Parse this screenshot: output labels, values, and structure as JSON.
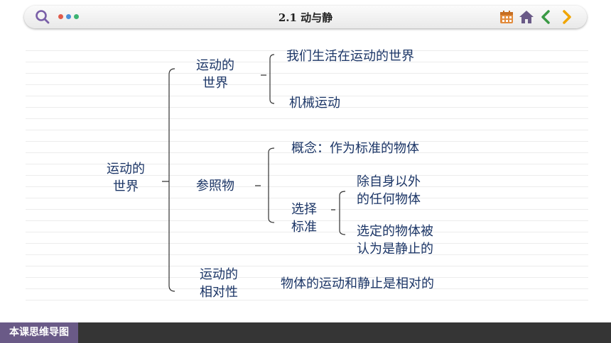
{
  "header": {
    "title": "2.1 动与静",
    "icons": [
      "search-icon",
      "more-dots-icon",
      "calendar-icon",
      "home-icon",
      "chevron-left-icon",
      "chevron-right-icon"
    ],
    "colors": {
      "search": "#7a5fa8",
      "dot1": "#e05b4c",
      "dot2": "#4a90d9",
      "dot3": "#3cb371",
      "calendar": "#e28b3c",
      "home": "#6a5a87",
      "left": "#3a9a45",
      "right": "#f0a500"
    }
  },
  "mindmap": {
    "root": "运动的\n世界",
    "branch1": {
      "label": "运动的\n世界",
      "leaf1": "我们生活在运动的世界",
      "leaf2": "机械运动"
    },
    "branch2": {
      "label": "参照物",
      "concept": "概念：作为标准的物体",
      "criteria": "选择\n标准",
      "criteria1": "除自身以外\n的任何物体",
      "criteria2": "选定的物体被\n认为是静止的"
    },
    "branch3": {
      "label": "运动的\n相对性",
      "leaf": "物体的运动和静止是相对的"
    }
  },
  "footer": {
    "label": "本课思维导图"
  }
}
